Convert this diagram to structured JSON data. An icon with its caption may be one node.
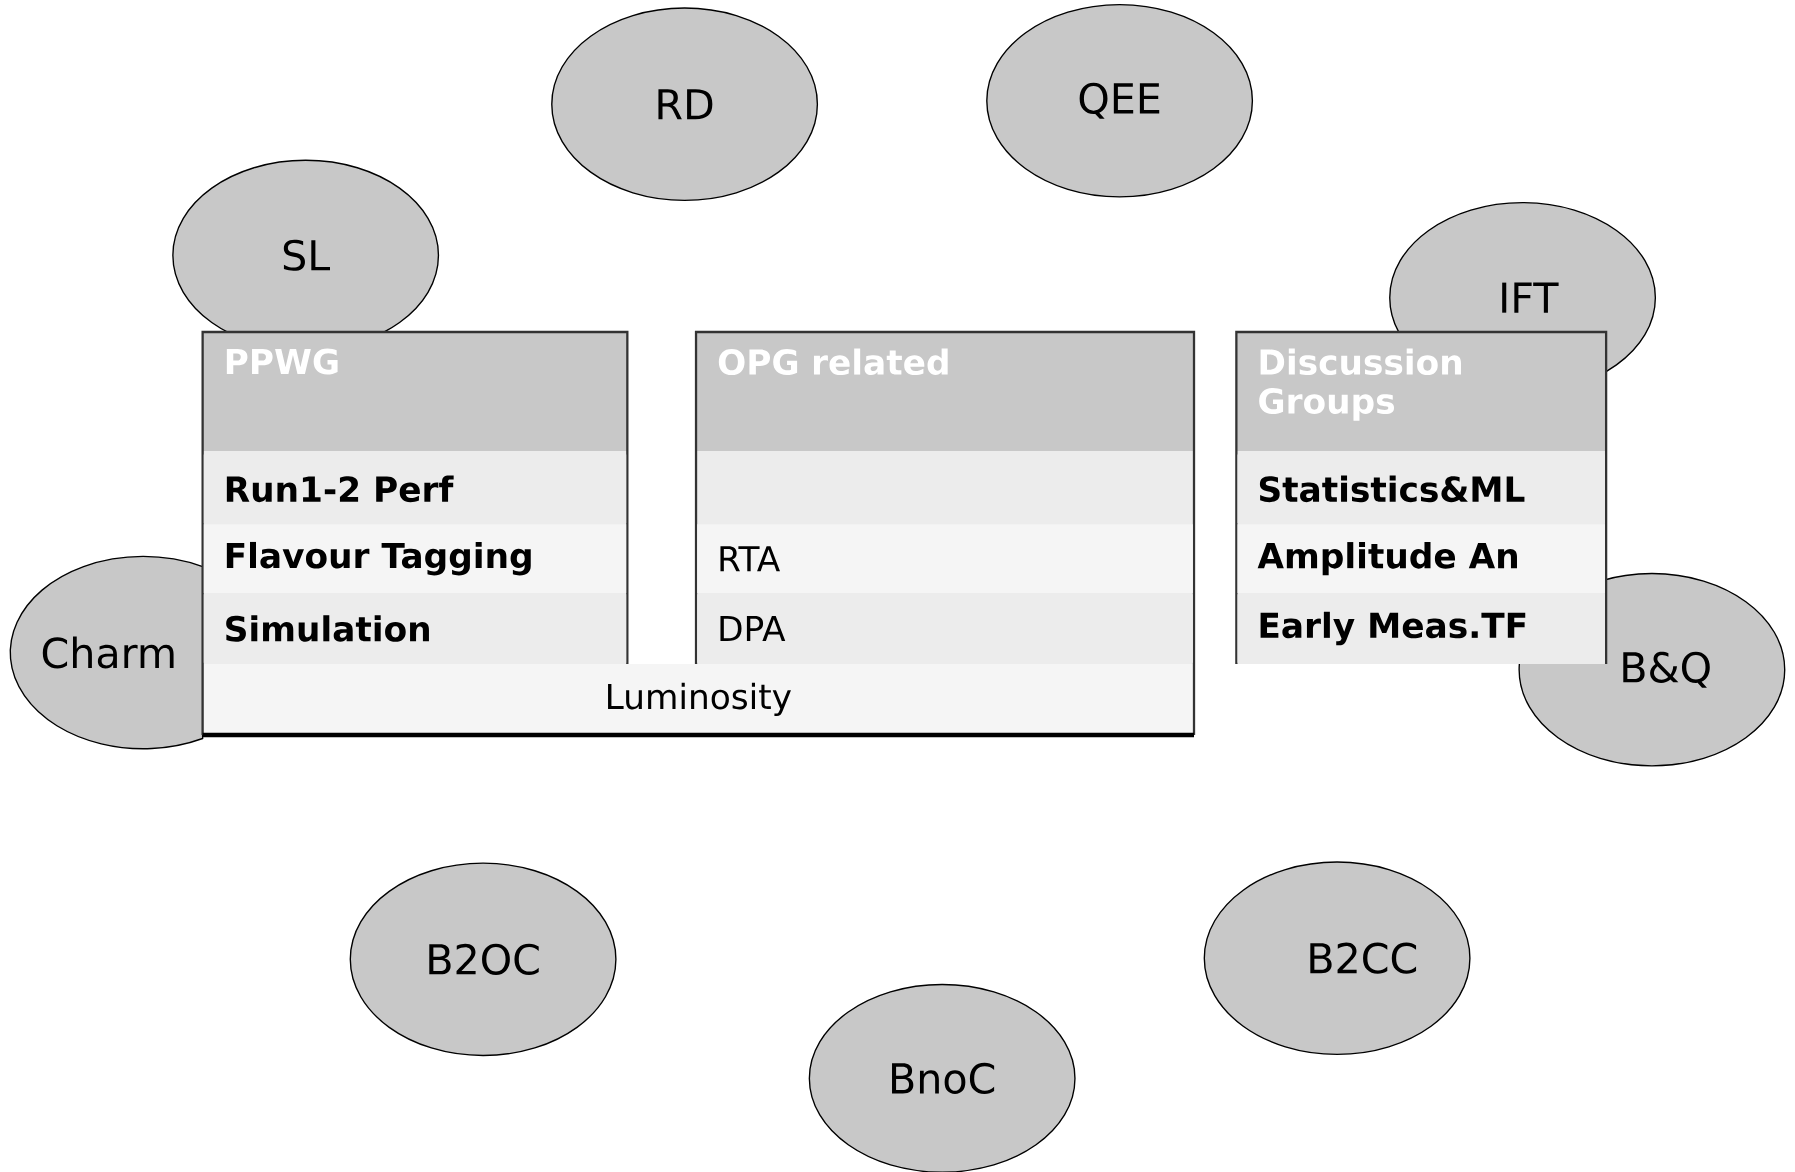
{
  "diagram": {
    "nodes": [
      {
        "text": [
          "RD"
        ]
      },
      {
        "text": [
          "QEE"
        ]
      },
      {
        "text": [
          "SL"
        ]
      },
      {
        "text": [
          "IFT"
        ]
      },
      {
        "text": [
          "PPWG"
        ]
      },
      {
        "text": [
          "Run1-2 Perf"
        ],
        "in": 4
      },
      {
        "text": [
          "Flavour Tagging"
        ],
        "in": 4
      },
      {
        "text": [
          "Simulation"
        ],
        "in": 4
      },
      {
        "text": [
          "OPG related"
        ]
      },
      {
        "text": [
          "RTA"
        ],
        "in": 8
      },
      {
        "text": [
          "DPA"
        ],
        "in": 8
      },
      {
        "text": [
          "Discussion Groups"
        ]
      },
      {
        "text": [
          "Statistics&ML"
        ],
        "in": 11
      },
      {
        "text": [
          "Amplitude An"
        ],
        "in": 11
      },
      {
        "text": [
          "Early Meas.TF"
        ],
        "in": 11
      },
      {
        "text": [
          "Charm"
        ]
      },
      {
        "text": [
          "B&Q"
        ]
      },
      {
        "text": [
          "Luminosity"
        ]
      },
      {
        "text": [
          "B2OC"
        ]
      },
      {
        "text": [
          "B2CC"
        ]
      },
      {
        "text": [
          "BnoC"
        ]
      }
    ]
  }
}
